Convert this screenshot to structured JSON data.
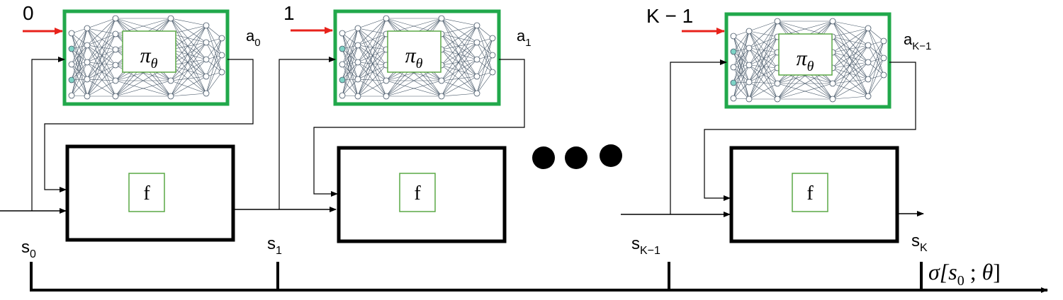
{
  "colors": {
    "policy_border": "#21a84b",
    "arrow_red": "#e8221b",
    "inner_label_border": "#5aa845",
    "net_line": "#445566",
    "node_fill": "#ffffff",
    "node_fill_input": "#7fd3c6"
  },
  "stages": [
    {
      "step_index": "0",
      "policy_label": "πθ",
      "policy_symbol": "π",
      "policy_sub": "θ",
      "action_base": "a",
      "action_sub": "0",
      "model_label": "f",
      "state_base": "s",
      "state_sub": "0"
    },
    {
      "step_index": "1",
      "policy_label": "πθ",
      "policy_symbol": "π",
      "policy_sub": "θ",
      "action_base": "a",
      "action_sub": "1",
      "model_label": "f",
      "state_base": "s",
      "state_sub": "1"
    },
    {
      "step_index": "K − 1",
      "policy_label": "πθ",
      "policy_symbol": "π",
      "policy_sub": "θ",
      "action_base": "a",
      "action_sub": "K−1",
      "model_label": "f",
      "state_base": "s",
      "state_sub": "K−1"
    }
  ],
  "final_state": {
    "base": "s",
    "sub": "K"
  },
  "ellipsis": "● ● ●",
  "trajectory_label": {
    "pre": "σ[",
    "s": "s",
    "s_sub": "0",
    "mid": " ; ",
    "theta": "θ",
    "post": "]"
  }
}
